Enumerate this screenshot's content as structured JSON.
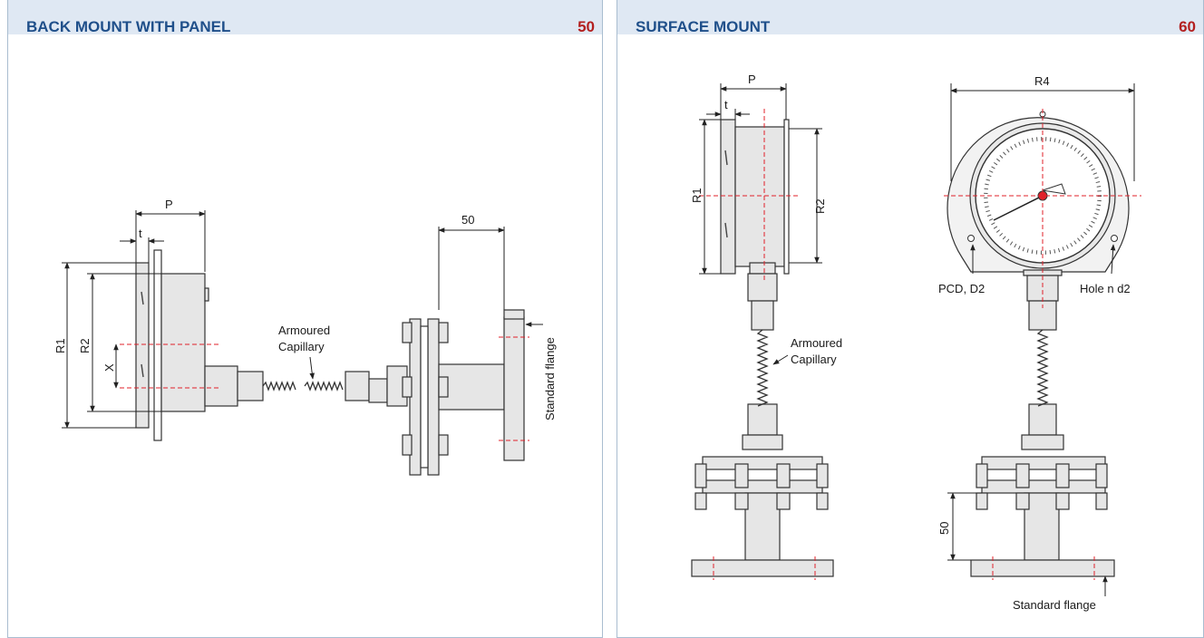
{
  "left": {
    "title": "BACK MOUNT WITH PANEL",
    "code": "50",
    "labels": {
      "P": "P",
      "t": "t",
      "R1": "R1",
      "R2": "R2",
      "X": "X",
      "armoured_1": "Armoured",
      "armoured_2": "Capillary",
      "dim50": "50",
      "std_flange": "Standard flange"
    }
  },
  "right": {
    "title": "SURFACE MOUNT",
    "code": "60",
    "labels": {
      "P": "P",
      "t": "t",
      "R1": "R1",
      "R2": "R2",
      "R4": "R4",
      "pcd": "PCD, D2",
      "hole": "Hole n d2",
      "armoured_1": "Armoured",
      "armoured_2": "Capillary",
      "dim50": "50",
      "std_flange": "Standard flange"
    }
  },
  "colors": {
    "title": "#1f4f8a",
    "code": "#b32020",
    "header_bg": "#dfe8f3",
    "centerline": "#e0202a"
  }
}
